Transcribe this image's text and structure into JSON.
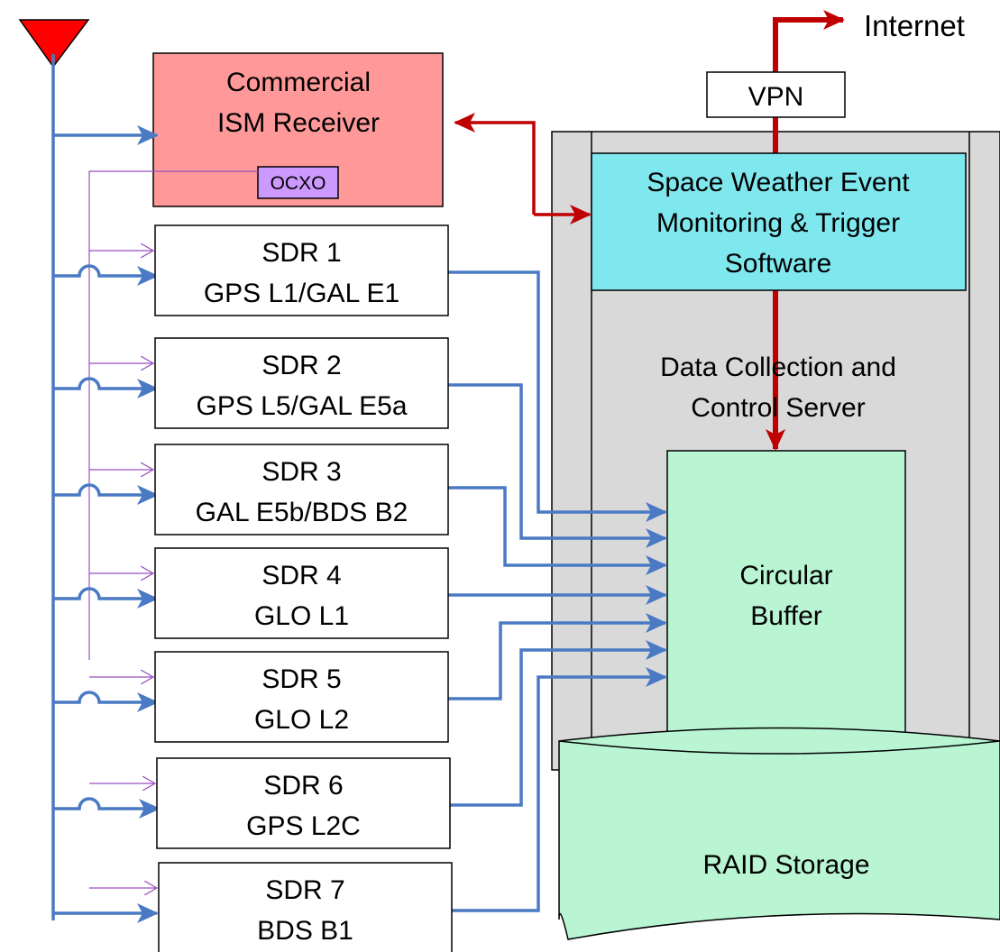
{
  "antenna": {
    "icon": "antenna-icon",
    "color": "#ff0000"
  },
  "internet": {
    "label": "Internet"
  },
  "vpn": {
    "label": "VPN"
  },
  "ism_receiver": {
    "line1": "Commercial",
    "line2": "ISM Receiver",
    "ocxo": "OCXO",
    "color": "#ff9999",
    "ocxo_color": "#cc99ff"
  },
  "server": {
    "line1": "Data Collection and",
    "line2": "Control Server",
    "color": "#d9d9d9"
  },
  "trigger_software": {
    "line1": "Space Weather Event",
    "line2": "Monitoring & Trigger",
    "line3": "Software",
    "color": "#7fe8ef"
  },
  "circular_buffer": {
    "line1": "Circular",
    "line2": "Buffer",
    "color": "#b9f5d3"
  },
  "raid_storage": {
    "label": "RAID Storage",
    "color": "#b9f5d3"
  },
  "sdrs": [
    {
      "name": "SDR 1",
      "band": "GPS L1/GAL E1"
    },
    {
      "name": "SDR 2",
      "band": "GPS L5/GAL E5a"
    },
    {
      "name": "SDR 3",
      "band": "GAL E5b/BDS B2"
    },
    {
      "name": "SDR 4",
      "band": "GLO L1"
    },
    {
      "name": "SDR 5",
      "band": "GLO L2"
    },
    {
      "name": "SDR 6",
      "band": "GPS L2C"
    },
    {
      "name": "SDR 7",
      "band": "BDS B1"
    }
  ],
  "colors": {
    "rf_line": "#4a7ac4",
    "control_line": "#c00000",
    "clock_line": "#9b4fc0"
  }
}
